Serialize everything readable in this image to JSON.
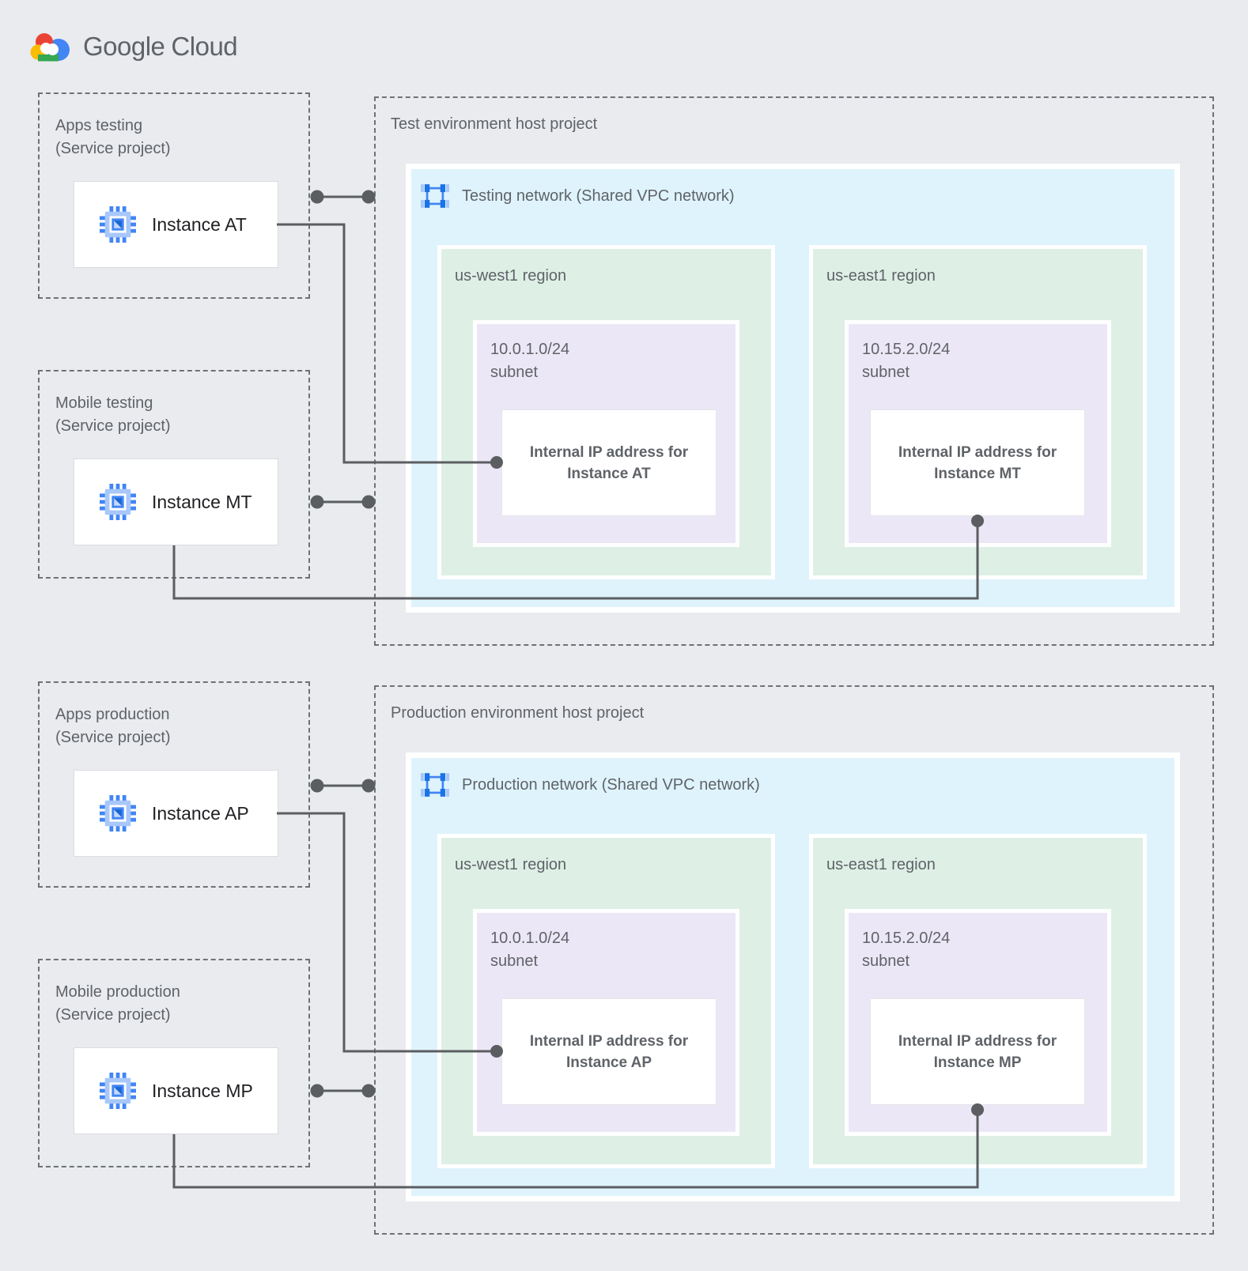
{
  "logo": {
    "brand": "Google",
    "product": "Cloud"
  },
  "colors": {
    "canvas_bg": "#E9EBEE",
    "network_bg": "#DFF3FC",
    "region_bg": "#DEF0E6",
    "subnet_bg": "#ECE7F6",
    "connector": "#5B5E61",
    "label_gray": "#5F6368",
    "instance_text": "#202124",
    "google_blue": "#4285F4",
    "google_red": "#EA4335",
    "google_yellow": "#FBBC04",
    "google_green": "#34A853"
  },
  "icons": {
    "instance": "compute-engine-chip-icon",
    "network": "vpc-network-icon",
    "logo": "google-cloud-logo"
  },
  "sections": [
    {
      "service_projects": [
        {
          "title_line1": "Apps testing",
          "title_line2": "(Service project)",
          "instance_label": "Instance AT"
        },
        {
          "title_line1": "Mobile testing",
          "title_line2": "(Service project)",
          "instance_label": "Instance MT"
        }
      ],
      "host_project_title": "Test environment host project",
      "network_label": "Testing network (Shared VPC network)",
      "regions": [
        {
          "label": "us-west1 region",
          "subnet_cidr": "10.0.1.0/24",
          "subnet_word": "subnet",
          "ip_line1": "Internal IP address for",
          "ip_line2": "Instance AT"
        },
        {
          "label": "us-east1 region",
          "subnet_cidr": "10.15.2.0/24",
          "subnet_word": "subnet",
          "ip_line1": "Internal IP address for",
          "ip_line2": "Instance MT"
        }
      ]
    },
    {
      "service_projects": [
        {
          "title_line1": "Apps production",
          "title_line2": "(Service project)",
          "instance_label": "Instance AP"
        },
        {
          "title_line1": "Mobile production",
          "title_line2": "(Service project)",
          "instance_label": "Instance MP"
        }
      ],
      "host_project_title": "Production environment host project",
      "network_label": "Production network (Shared VPC network)",
      "regions": [
        {
          "label": "us-west1 region",
          "subnet_cidr": "10.0.1.0/24",
          "subnet_word": "subnet",
          "ip_line1": "Internal IP address for",
          "ip_line2": "Instance AP"
        },
        {
          "label": "us-east1 region",
          "subnet_cidr": "10.15.2.0/24",
          "subnet_word": "subnet",
          "ip_line1": "Internal IP address for",
          "ip_line2": "Instance MP"
        }
      ]
    }
  ]
}
